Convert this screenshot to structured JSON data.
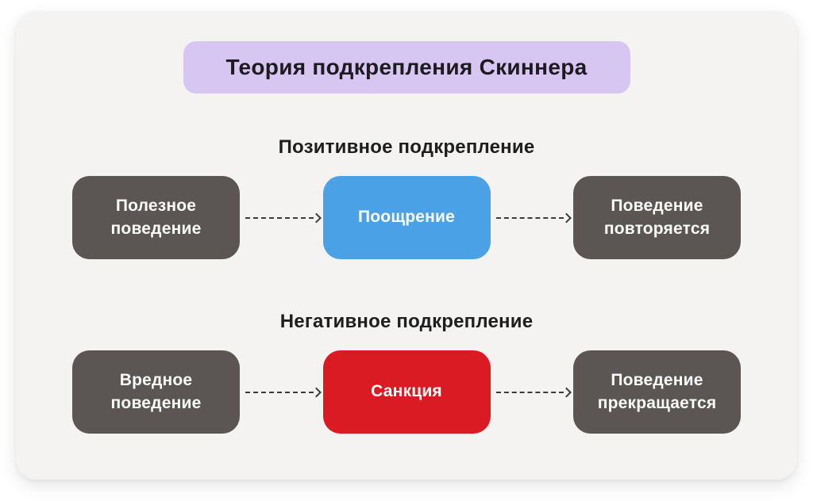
{
  "canvas": {
    "background": "#ffffff",
    "card_background": "#f4f3f2",
    "heading_color": "#1e1e1e"
  },
  "title": {
    "label": "Теория подкрепления Скиннера",
    "background": "#d7c6f1",
    "text_color": "#1d1b20"
  },
  "arrow": {
    "color": "#3b3b3b",
    "style": "dashed",
    "head": "chevron-right"
  },
  "sections": [
    {
      "heading": "Позитивное подкрепление",
      "boxes": [
        {
          "label": "Полезное поведение",
          "color": "#5b5654",
          "text_color": "#fbfbfb"
        },
        {
          "label": "Поощрение",
          "color": "#4ba1e5",
          "text_color": "#ffffff"
        },
        {
          "label": "Поведение повторяется",
          "color": "#5b5654",
          "text_color": "#fbfbfb"
        }
      ]
    },
    {
      "heading": "Негативное подкрепление",
      "boxes": [
        {
          "label": "Вредное поведение",
          "color": "#5b5654",
          "text_color": "#fbfbfb"
        },
        {
          "label": "Санкция",
          "color": "#da1b24",
          "text_color": "#ffffff"
        },
        {
          "label": "Поведение прекращается",
          "color": "#5b5654",
          "text_color": "#fbfbfb"
        }
      ]
    }
  ]
}
